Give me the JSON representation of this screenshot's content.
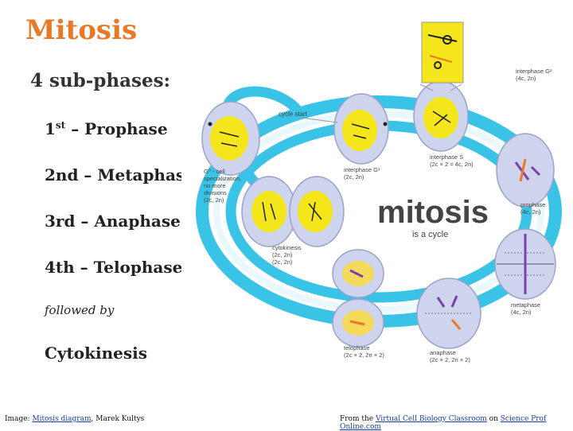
{
  "slide": {
    "title": "Mitosis",
    "subtitle": "4 sub-phases:",
    "phases": [
      {
        "num": "1",
        "sup": "st",
        "rest": " – Prophase"
      },
      {
        "num": "2nd",
        "sup": "",
        "rest": " – Metaphase"
      },
      {
        "num": "3rd",
        "sup": "",
        "rest": " – Anaphase"
      },
      {
        "num": "4th",
        "sup": "",
        "rest": " – Telophase"
      }
    ],
    "followed_by": "followed by",
    "cytokinesis": "Cytokinesis"
  },
  "diagram": {
    "center_title": "mitosis",
    "center_subtitle": "is a cycle",
    "cycle_start": "cycle start",
    "g0": [
      "G⁰ - cell",
      "specialization,",
      "no more",
      "divisions",
      "(2c, 2n)"
    ],
    "interphase_g1": [
      "interphase G¹",
      "(2c, 2n)"
    ],
    "interphase_s": [
      "interphase S",
      "(2c × 2 = 4c, 2n)"
    ],
    "interphase_g2": [
      "interphase G²",
      "(4c, 2n)"
    ],
    "prophase": [
      "prophase",
      "(4c, 2n)"
    ],
    "metaphase": [
      "metaphase",
      "(4c, 2n)"
    ],
    "anaphase": [
      "anaphase",
      "(2c × 2, 2n × 2)"
    ],
    "telophase": [
      "telophase",
      "(2c × 2, 2n × 2)"
    ],
    "cytokinesis": [
      "cytokinesis",
      "(2c, 2n)",
      "(2c, 2n)"
    ]
  },
  "credits": {
    "left_prefix": "Image: ",
    "left_link": "Mitosis diagram",
    "left_suffix": ", Marek Kultys",
    "right_prefix": "From the ",
    "right_link1": "Virtual Cell Biology Classroom",
    "right_mid": " on ",
    "right_link2": "Science Prof Online.com"
  },
  "colors": {
    "title": "#e8792b",
    "ring": "#39c3e6",
    "cell_fill": "#cfd4ee",
    "nucleus": "#f5e51b",
    "link": "#1a3ca8"
  }
}
